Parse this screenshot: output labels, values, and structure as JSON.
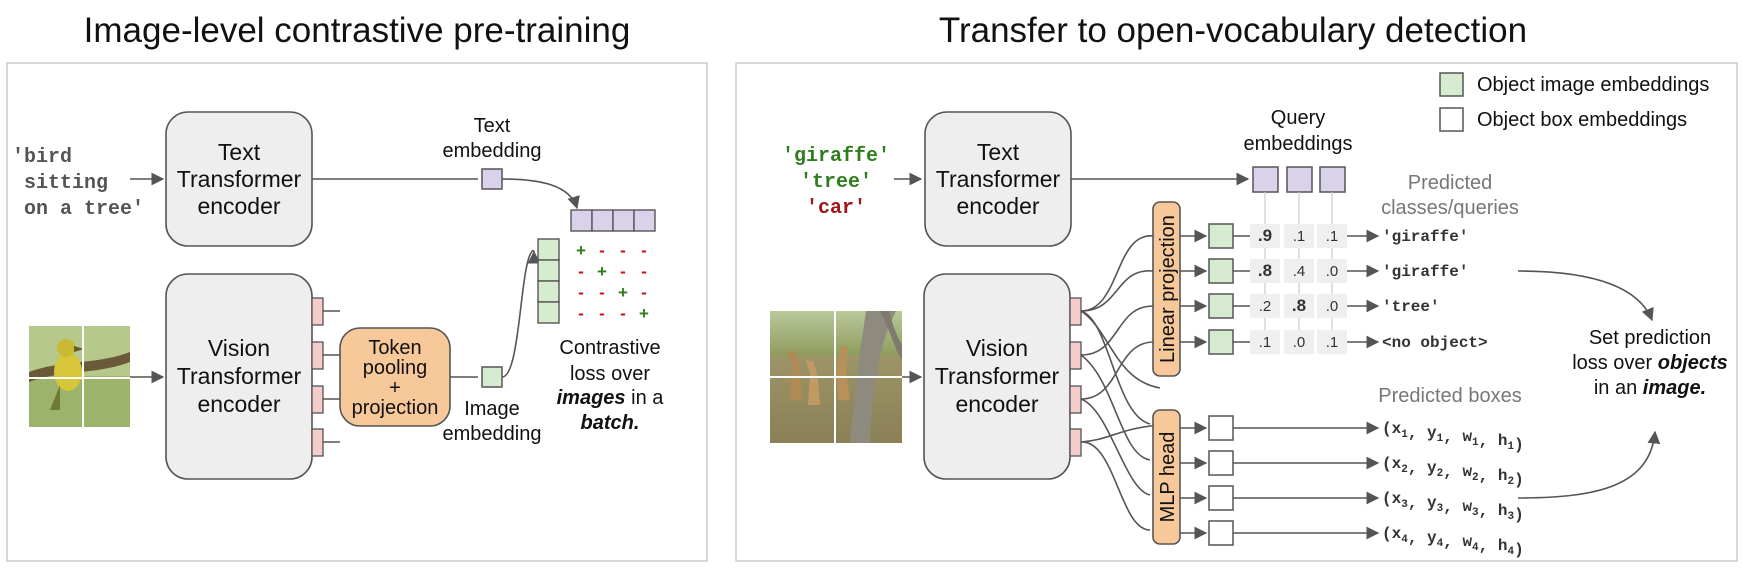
{
  "panels": {
    "left": {
      "title": "Image-level contrastive pre-training",
      "caption_text": [
        "'bird",
        "sitting",
        "on a tree'"
      ],
      "text_encoder": [
        "Text",
        "Transformer",
        "encoder"
      ],
      "vision_encoder": [
        "Vision",
        "Transformer",
        "encoder"
      ],
      "token_pooling": [
        "Token",
        "pooling",
        "+",
        "projection"
      ],
      "text_embedding": [
        "Text",
        "embedding"
      ],
      "image_embedding": [
        "Image",
        "embedding"
      ],
      "contrastive_loss": {
        "line1": "Contrastive",
        "line2": "loss over",
        "emph": "images",
        "rest": " in a",
        "emph2": "batch."
      },
      "sign_matrix": [
        [
          "+",
          "-",
          "-",
          "-"
        ],
        [
          "-",
          "+",
          "-",
          "-"
        ],
        [
          "-",
          "-",
          "+",
          "-"
        ],
        [
          "-",
          "-",
          "-",
          "+"
        ]
      ]
    },
    "right": {
      "title": "Transfer to open-vocabulary detection",
      "queries": [
        {
          "text": "'giraffe'",
          "color": "#2e7d1e"
        },
        {
          "text": "'tree'",
          "color": "#2e7d1e"
        },
        {
          "text": "'car'",
          "color": "#a01515"
        }
      ],
      "text_encoder": [
        "Text",
        "Transformer",
        "encoder"
      ],
      "vision_encoder": [
        "Vision",
        "Transformer",
        "encoder"
      ],
      "query_embeddings": [
        "Query",
        "embeddings"
      ],
      "linear_projection": "Linear projection",
      "mlp_head": "MLP head",
      "predicted_classes": [
        "Predicted",
        "classes/queries"
      ],
      "predicted_boxes": "Predicted boxes",
      "score_matrix": [
        [
          ".9",
          ".1",
          ".1"
        ],
        [
          ".8",
          ".4",
          ".0"
        ],
        [
          ".2",
          ".8",
          ".0"
        ],
        [
          ".1",
          ".0",
          ".1"
        ]
      ],
      "bold_scores": [
        [
          0,
          0
        ],
        [
          1,
          0
        ],
        [
          2,
          1
        ]
      ],
      "class_outputs": [
        "'giraffe'",
        "'giraffe'",
        "'tree'",
        "<no object>"
      ],
      "box_outputs": [
        {
          "p": "(x",
          "i": "1"
        },
        {
          "p": "(x",
          "i": "2"
        },
        {
          "p": "(x",
          "i": "3"
        },
        {
          "p": "(x",
          "i": "4"
        }
      ],
      "set_loss": {
        "line1": "Set prediction",
        "line2": "loss over ",
        "emph": "objects",
        "line3": "in an ",
        "emph2": "image."
      },
      "legend": [
        {
          "label": "Object image embeddings",
          "color": "#d6ebcf"
        },
        {
          "label": "Object box embeddings",
          "color": "#ffffff"
        }
      ]
    }
  },
  "colors": {
    "encoder_fill": "#eeeeee",
    "token_fill": "#f7c99a",
    "text_embed_fill": "#d9d2ea",
    "image_embed_fill": "#d6ebcf",
    "patch_fill": "#f5cccc",
    "score_cell": "#efefef"
  }
}
